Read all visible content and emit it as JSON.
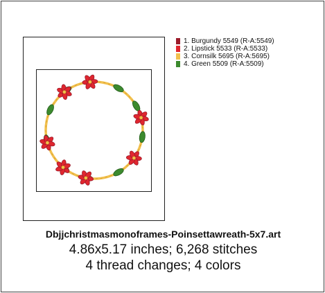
{
  "legend": [
    {
      "number": "1.",
      "label": "Burgundy 5549 (R-A:5549)",
      "color": "#9b1b2a"
    },
    {
      "number": "2.",
      "label": "Lipstick 5533 (R-A:5533)",
      "color": "#e0262f"
    },
    {
      "number": "3.",
      "label": "Cornsilk 5695 (R-A:5695)",
      "color": "#f2c14e"
    },
    {
      "number": "4.",
      "label": "Green 5509 (R-A:5509)",
      "color": "#3c8a2e"
    }
  ],
  "design": {
    "filename": "Dbjjchristmasmonoframes-Poinsettawreath-5x7.art",
    "dimensions_stitches": "4.86x5.17 inches; 6,268 stitches",
    "changes_colors": "4 thread changes; 4 colors"
  }
}
